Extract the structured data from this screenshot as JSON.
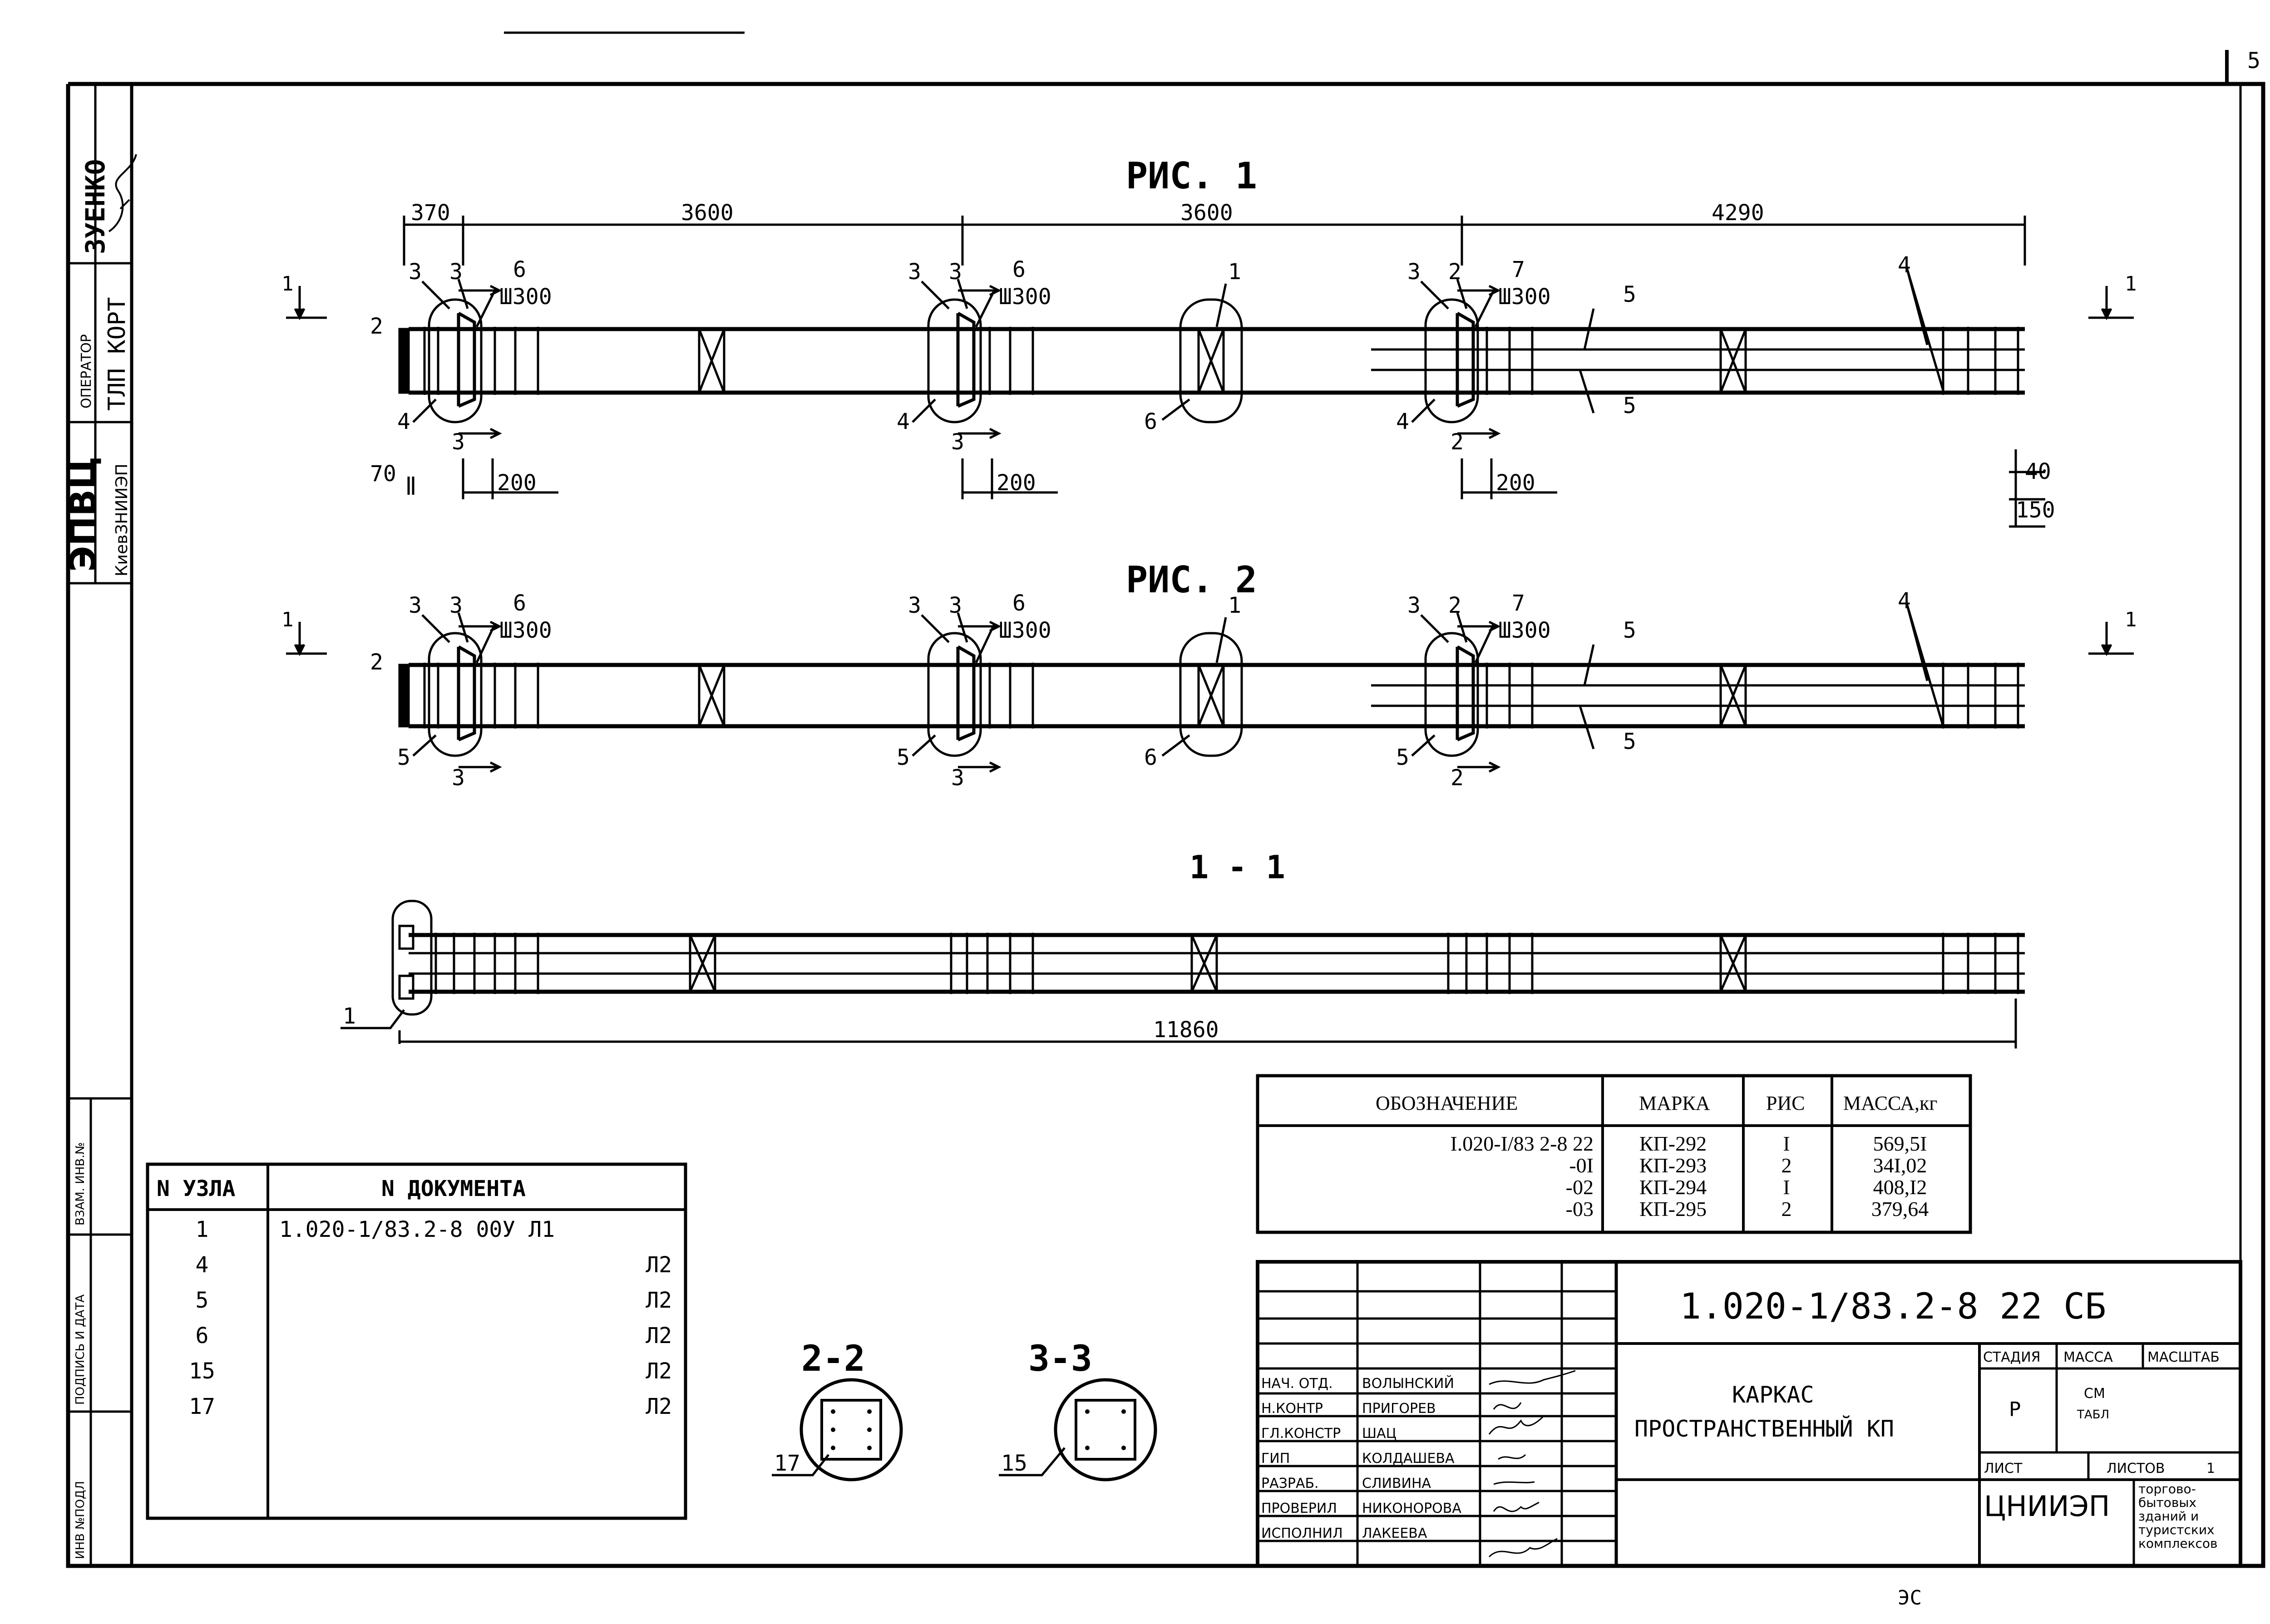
{
  "page_marks": {
    "top_right_number": "5",
    "bottom_number": "ЭС"
  },
  "left_stamp": {
    "operator_label": "ОПЕРАТОР",
    "operator_name": "ЗУЕНКО",
    "org": "ЭПВЦ",
    "org_sub": "КиевЗНИИЭП",
    "dept": "ТЛП КОРТ",
    "inv_labels": [
      "ВЗАМ. ИНВ.№",
      "ПОДПИСЬ И ДАТА",
      "ИНВ №ПОДЛ"
    ]
  },
  "fig1": {
    "title": "РИС. 1",
    "dims": [
      "370",
      "3600",
      "3600",
      "4290"
    ],
    "section_mark": "1",
    "nodes": [
      {
        "top_a": "3",
        "top_b": "3",
        "top_c": "6",
        "pitch": "Ш300",
        "left": "2",
        "bottom_a": "4",
        "bottom_b": "3",
        "span": "200",
        "extra": "70"
      },
      {
        "top_a": "3",
        "top_b": "3",
        "top_c": "6",
        "pitch": "Ш300",
        "bottom_a": "4",
        "bottom_b": "3",
        "span": "200"
      },
      {
        "top_c": "1",
        "bottom_a": "6"
      },
      {
        "top_a": "3",
        "top_b": "2",
        "top_c": "7",
        "pitch": "Ш300",
        "bottom_a": "4",
        "bottom_b": "2",
        "span": "200",
        "rod": "5"
      }
    ],
    "right_labels": {
      "rebar": "4",
      "rod_lower": "5",
      "dim_a": "40",
      "dim_b": "150"
    }
  },
  "fig2": {
    "title": "РИС. 2",
    "section_mark": "1",
    "nodes": [
      {
        "top_a": "3",
        "top_b": "3",
        "top_c": "6",
        "pitch": "Ш300",
        "left": "2",
        "bottom_a": "5",
        "bottom_b": "3"
      },
      {
        "top_a": "3",
        "top_b": "3",
        "top_c": "6",
        "pitch": "Ш300",
        "bottom_a": "5",
        "bottom_b": "3"
      },
      {
        "top_c": "1",
        "bottom_a": "6"
      },
      {
        "top_a": "3",
        "top_b": "2",
        "top_c": "7",
        "pitch": "Ш300",
        "bottom_a": "5",
        "bottom_b": "2",
        "rod": "5"
      }
    ],
    "right_labels": {
      "rebar": "4",
      "rod_lower": "5"
    }
  },
  "section11": {
    "title": "1 - 1",
    "node": "1",
    "total": "11860"
  },
  "nodes_table": {
    "headers": [
      "N УЗЛА",
      "N ДОКУМЕНТА"
    ],
    "rows": [
      {
        "node": "1",
        "doc": "1.020-1/83.2-8 00У Л1"
      },
      {
        "node": "4",
        "doc": "Л2"
      },
      {
        "node": "5",
        "doc": "Л2"
      },
      {
        "node": "6",
        "doc": "Л2"
      },
      {
        "node": "15",
        "doc": "Л2"
      },
      {
        "node": "17",
        "doc": "Л2"
      }
    ]
  },
  "sections_small": [
    {
      "title": "2-2",
      "node": "17"
    },
    {
      "title": "3-3",
      "node": "15"
    }
  ],
  "spec_table": {
    "headers": [
      "ОБОЗНАЧЕНИЕ",
      "МАРКА",
      "РИС",
      "МАССА,кг"
    ],
    "rows": [
      {
        "code": "I.020-I/83 2-8 22",
        "mark": "КП-292",
        "fig": "I",
        "mass": "569,5I"
      },
      {
        "code": "-0I",
        "mark": "КП-293",
        "fig": "2",
        "mass": "34I,02"
      },
      {
        "code": "-02",
        "mark": "КП-294",
        "fig": "I",
        "mass": "408,I2"
      },
      {
        "code": "-03",
        "mark": "КП-295",
        "fig": "2",
        "mass": "379,64"
      }
    ]
  },
  "title_block": {
    "code": "1.020-1/83.2-8 22 СБ",
    "name_line1": "КАРКАС",
    "name_line2": "ПРОСТРАНСТВЕННЫЙ КП",
    "stage_label": "СТАДИЯ",
    "stage": "Р",
    "mass_label": "МАССА",
    "mass_line1": "СМ",
    "mass_line2": "ТАБЛ",
    "scale_label": "МАСШТАБ",
    "sheet_label": "ЛИСТ",
    "sheets_label": "ЛИСТОВ",
    "sheets": "1",
    "org": "ЦНИИЭП",
    "org_desc": [
      "торгово-",
      "бытовых",
      "зданий и",
      "туристских",
      "комплексов"
    ],
    "staff": [
      {
        "role": "НАЧ. ОТД.",
        "name": "ВОЛЫНСКИЙ"
      },
      {
        "role": "Н.КОНТР",
        "name": "ПРИГОРЕВ"
      },
      {
        "role": "ГЛ.КОНСТР",
        "name": "ШАЦ"
      },
      {
        "role": "ГИП",
        "name": "КОЛДАШЕВА"
      },
      {
        "role": "РАЗРАБ.",
        "name": "СЛИВИНА"
      },
      {
        "role": "ПРОВЕРИЛ",
        "name": "НИКОНОРОВА"
      },
      {
        "role": "ИСПОЛНИЛ",
        "name": "ЛАКЕЕВА"
      }
    ]
  }
}
